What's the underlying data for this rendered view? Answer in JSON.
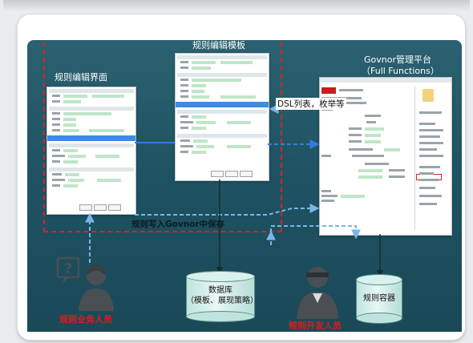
{
  "left_screen_title": "规则编辑界面",
  "template_title": "规则编辑模板",
  "govnor_title": "Govnor管理平台",
  "govnor_subtitle": "（Full Functions）",
  "dsl_label": "DSL列表，枚举等",
  "save_label": "规则写入Govnor中保存",
  "db_label_line1": "数据库",
  "db_label_line2": "（模板、展现策略）",
  "container_label": "规则容器",
  "business_user": "规则业务人员",
  "developer": "规则开发人员",
  "colors": {
    "panel": "#1f5363",
    "dashed_red": "#e01f1f",
    "arrow_blue": "#2f7fd8",
    "arrow_light": "#78b6ea",
    "person_gray": "#4a4f53",
    "highlight_blue": "#3a8de0"
  },
  "icons": [
    "question-bubble-icon",
    "person-icon",
    "developer-person-icon",
    "database-cylinder-icon",
    "container-cylinder-icon"
  ]
}
